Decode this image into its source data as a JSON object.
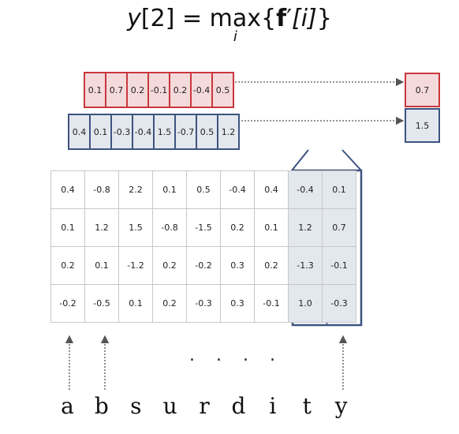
{
  "formula": {
    "lhs_var": "y",
    "lhs_index": "[2]",
    "equals": "=",
    "op": "max",
    "op_sub": "i",
    "open_brace": "{",
    "vec": "f",
    "prime": "′",
    "arg_index": "[i]",
    "close_brace": "}"
  },
  "red_row": [
    "0.1",
    "0.7",
    "0.2",
    "-0.1",
    "0.2",
    "-0.4",
    "0.5"
  ],
  "blue_row": [
    "0.4",
    "0.1",
    "-0.3",
    "-0.4",
    "1.5",
    "-0.7",
    "0.5",
    "1.2"
  ],
  "outputs": {
    "red": "0.7",
    "blue": "1.5"
  },
  "matrix": [
    [
      "0.4",
      "-0.8",
      "2.2",
      "0.1",
      "0.5",
      "-0.4",
      "0.4",
      "-0.4",
      "0.1"
    ],
    [
      "0.1",
      "1.2",
      "1.5",
      "-0.8",
      "-1.5",
      "0.2",
      "0.1",
      "1.2",
      "0.7"
    ],
    [
      "0.2",
      "0.1",
      "-1.2",
      "0.2",
      "-0.2",
      "0.3",
      "0.2",
      "-1.3",
      "-0.1"
    ],
    [
      "-0.2",
      "-0.5",
      "0.1",
      "0.2",
      "-0.3",
      "0.3",
      "-0.1",
      "1.0",
      "-0.3"
    ]
  ],
  "ellipsis": ". . . .",
  "letters": [
    "a",
    "b",
    "s",
    "u",
    "r",
    "d",
    "i",
    "t",
    "y"
  ],
  "colors": {
    "red_fill": "#f4dadb",
    "red_border": "#c9373d",
    "blue_fill": "#e3e7ee",
    "blue_border": "#3d5380"
  }
}
